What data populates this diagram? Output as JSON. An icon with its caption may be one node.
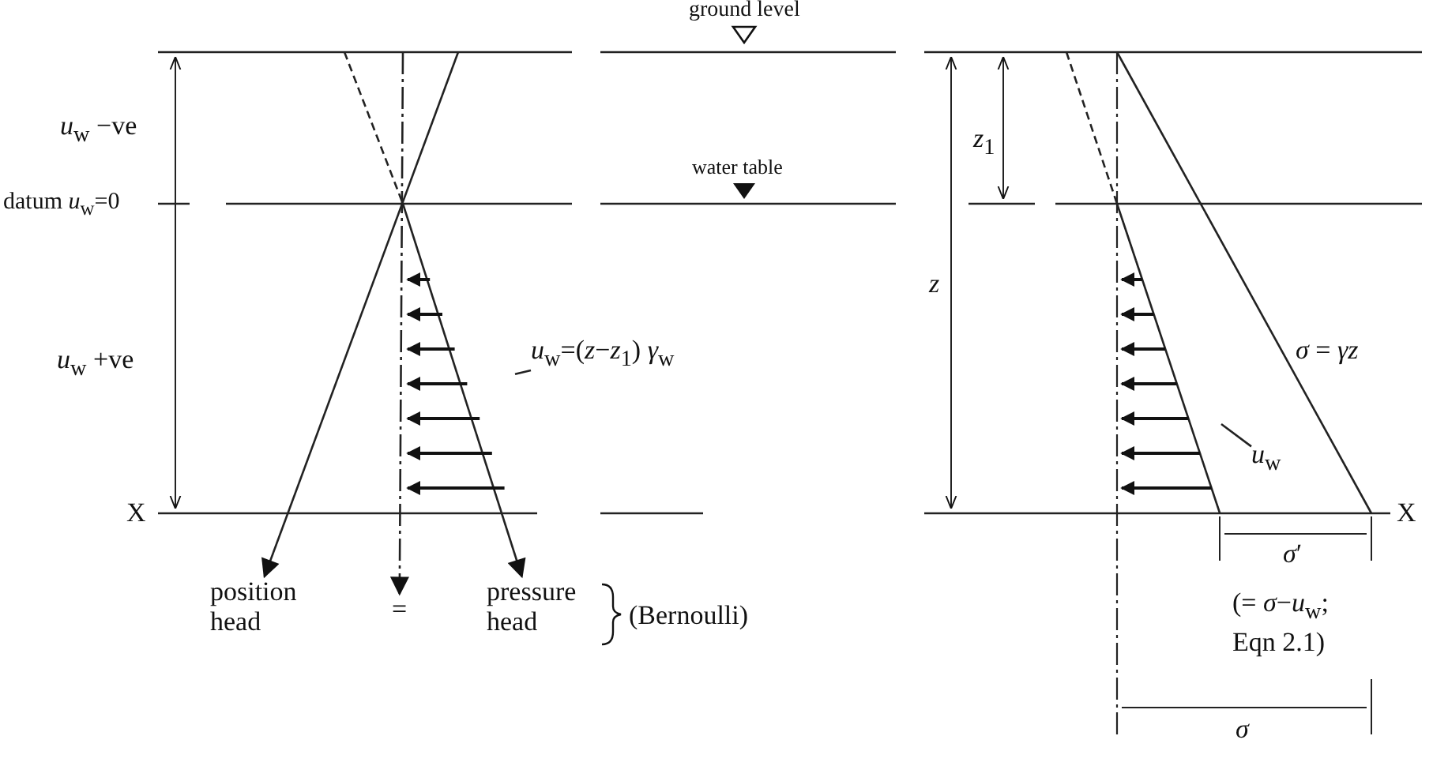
{
  "diagram": {
    "nodes": [
      {
        "text": [
          "*u*$_{w}$=(*z*−*z*$_{1}$) *γ*$_{w}$"
        ]
      },
      {
        "text": [],
        "shape": "triangle"
      },
      {
        "text": [
          "*u*$_{w}$"
        ]
      },
      {
        "text": [],
        "shape": "triangle"
      },
      {
        "text": [
          "position head"
        ]
      },
      {
        "text": [
          "="
        ]
      },
      {
        "text": [
          "pressure head"
        ]
      }
    ],
    "edges": [
      {
        "from": 0,
        "to": 1,
        "arrow": "none"
      },
      {
        "from": 2,
        "to": 3,
        "arrow": "none"
      },
      {
        "from": null,
        "to": 4,
        "arrow": "to"
      },
      {
        "from": null,
        "to": 5,
        "arrow": "to",
        "style": "dashed"
      },
      {
        "from": null,
        "to": 6,
        "arrow": "to"
      }
    ],
    "labels": [
      "ground level",
      "*u*$_{w}$ −ve",
      "water table",
      "datum *u*$_{w}$=0",
      "*z*$_{1}$",
      "*z*",
      "*u*$_{w}$ +ve",
      "*σ* = *γz*",
      "X",
      "X",
      "*σ*′",
      "(Bernoulli)",
      "(= *σ*−*u*$_{w}$; Eqn 2.1)",
      "*σ*"
    ]
  }
}
